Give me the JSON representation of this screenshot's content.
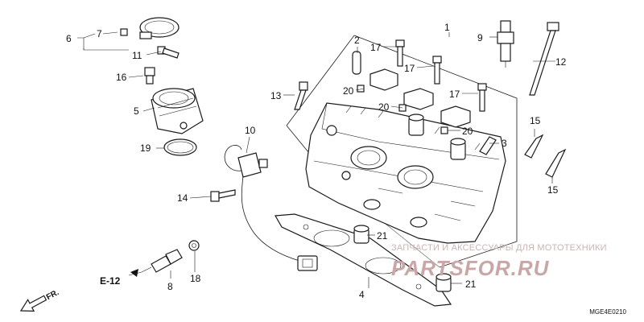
{
  "callouts": {
    "p1": "1",
    "p2": "2",
    "p3": "3",
    "p4": "4",
    "p5": "5",
    "p6": "6",
    "p7": "7",
    "p8": "8",
    "p9": "9",
    "p10": "10",
    "p11": "11",
    "p12": "12",
    "p13": "13",
    "p14": "14",
    "p15a": "15",
    "p15b": "15",
    "p16": "16",
    "p17a": "17",
    "p17b": "17",
    "p17c": "17",
    "p18": "18",
    "p19": "19",
    "p20a": "20",
    "p20b": "20",
    "p20c": "20",
    "p21a": "21",
    "p21b": "21"
  },
  "reference": "E-12",
  "direction": "FR.",
  "watermark": {
    "subtitle": "ЗАПЧАСТИ И АКСЕССУАРЫ ДЛЯ МОТОТЕХНИКИ",
    "logo": "PARTSFOR.RU"
  },
  "diagram_code": "MGE4E0210"
}
